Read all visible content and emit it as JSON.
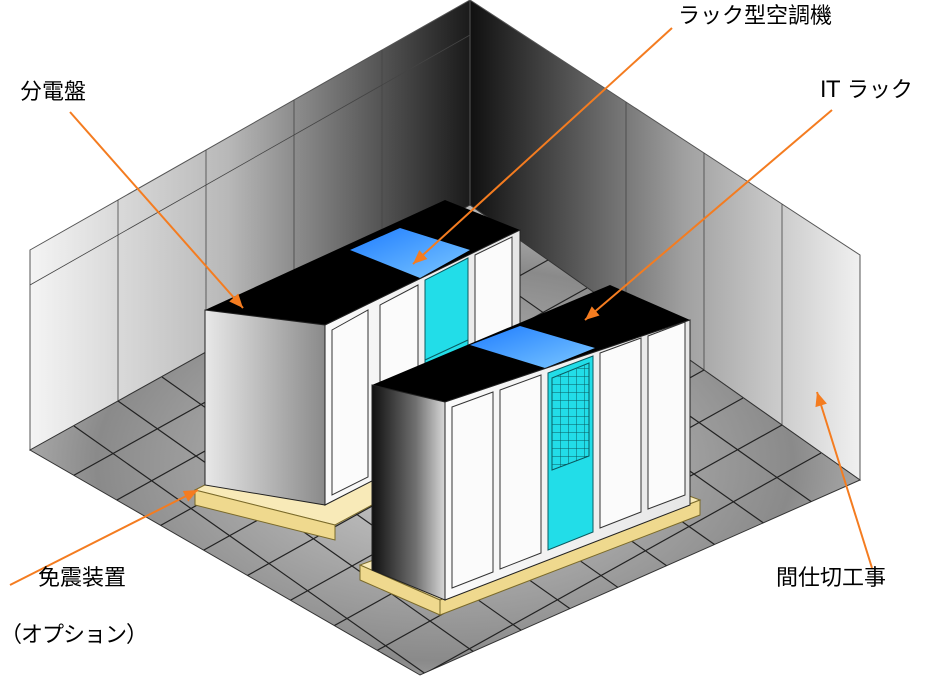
{
  "labels": {
    "distribution_panel": "分電盤",
    "rack_air_conditioner": "ラック型空調機",
    "it_rack": "IT ラック",
    "seismic_isolation": "免震装置",
    "option": "（オプション）",
    "partition_work": "間仕切工事"
  },
  "colors": {
    "arrow": "#f47c20",
    "rack_top": "#000000",
    "aircon_top": "#3aa0ff",
    "aircon_door": "#22dde8",
    "isolation_base": "#f8eab8",
    "panel_gray": "#c8c8c8"
  }
}
